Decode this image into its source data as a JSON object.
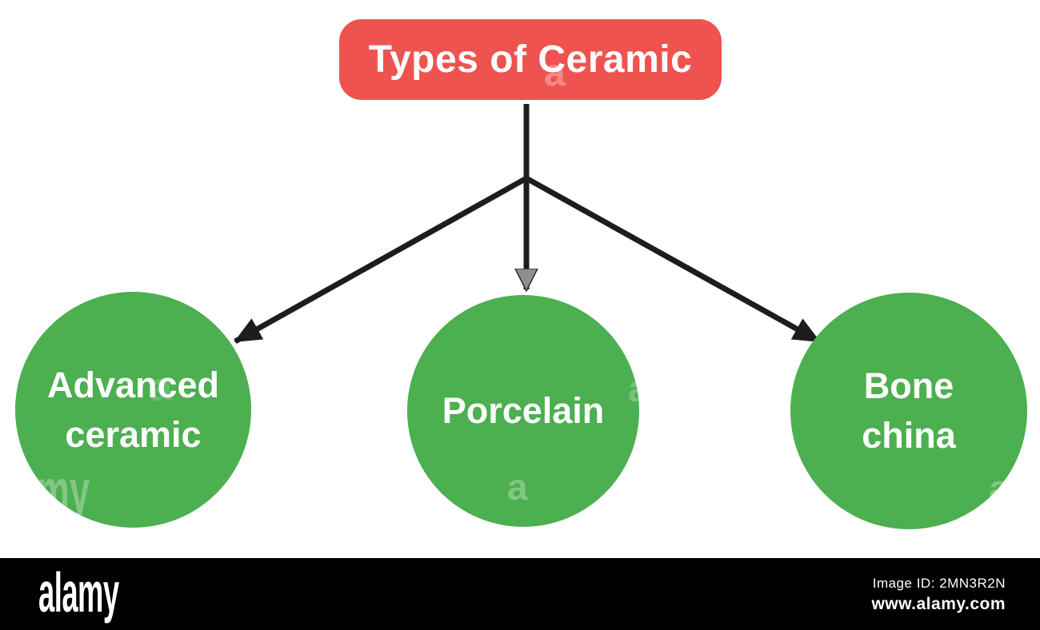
{
  "diagram": {
    "title": "Types of Ceramic",
    "nodes": [
      {
        "id": "advanced-ceramic",
        "lines": [
          "Advanced",
          "ceramic"
        ]
      },
      {
        "id": "porcelain",
        "lines": [
          "Porcelain"
        ]
      },
      {
        "id": "bone-china",
        "lines": [
          "Bone",
          "china"
        ]
      }
    ],
    "colors": {
      "title_bg": "#ef5350",
      "node_bg": "#4caf50",
      "node_text": "#ffffff",
      "arrow": "#1d1d1b",
      "center_arrowhead": "#8f8f8f",
      "background": "#ffffff"
    }
  },
  "watermark": {
    "a": "a",
    "amy": "amy"
  },
  "footer": {
    "logo": "alamy",
    "image_id": "Image ID: 2MN3R2N",
    "website": "www.alamy.com",
    "bg": "#000000"
  }
}
